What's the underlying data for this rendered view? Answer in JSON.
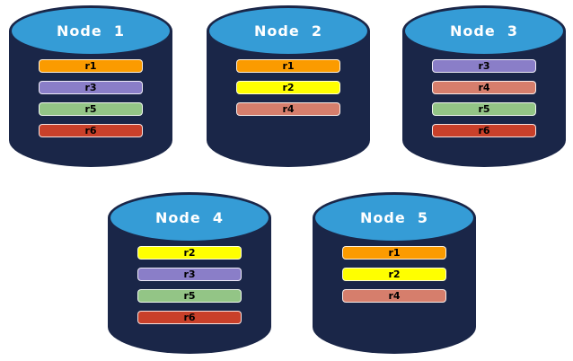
{
  "diagram": {
    "background": "#ffffff",
    "cylinder": {
      "body_color": "#1a2648",
      "top_color": "#359cd6",
      "title_color": "#ffffff"
    },
    "replica_colors": {
      "r1": "#fb9b00",
      "r2": "#ffff00",
      "r3": "#8a7ec8",
      "r4": "#d67e6c",
      "r5": "#93c586",
      "r6": "#c9402a"
    },
    "nodes": [
      {
        "title": "Node  1",
        "replicas": [
          "r1",
          "r3",
          "r5",
          "r6"
        ]
      },
      {
        "title": "Node  2",
        "replicas": [
          "r1",
          "r2",
          "r4"
        ]
      },
      {
        "title": "Node  3",
        "replicas": [
          "r3",
          "r4",
          "r5",
          "r6"
        ]
      },
      {
        "title": "Node  4",
        "replicas": [
          "r2",
          "r3",
          "r5",
          "r6"
        ]
      },
      {
        "title": "Node  5",
        "replicas": [
          "r1",
          "r2",
          "r4"
        ]
      }
    ]
  }
}
